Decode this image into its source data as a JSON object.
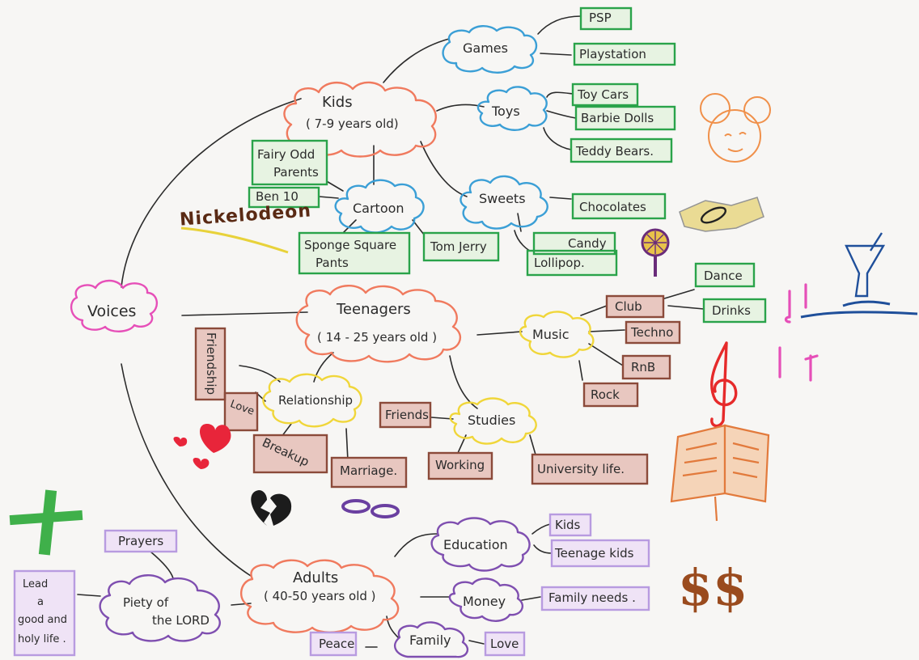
{
  "colors": {
    "ink": "#2b2b2b",
    "pink": "#e64fb8",
    "orange": "#f07a5e",
    "blue": "#3b9fd6",
    "yellow": "#f0d63a",
    "purple": "#7f4fb0",
    "green": "#2aa34a",
    "brown": "#8b4a3a",
    "lilac": "#b89be0"
  },
  "root": {
    "label": "Voices"
  },
  "kids": {
    "title": "Kids",
    "subtitle": "( 7-9 years old)",
    "games": {
      "label": "Games",
      "items": [
        "PSP",
        "Playstation"
      ]
    },
    "toys": {
      "label": "Toys",
      "items": [
        "Toy Cars",
        "Barbie Dolls",
        "Teddy Bears."
      ]
    },
    "cartoon": {
      "label": "Cartoon",
      "fairy_line1": "Fairy Odd",
      "fairy_line2": "Parents",
      "ben": "Ben 10",
      "sponge_line1": "Sponge Square",
      "sponge_line2": "Pants",
      "tom": "Tom Jerry"
    },
    "sweets": {
      "label": "Sweets",
      "items": [
        "Chocolates",
        "Candy",
        "Lollipop."
      ]
    },
    "brand": "Nickelodeon"
  },
  "teens": {
    "title": "Teenagers",
    "subtitle": "( 14 - 25 years old )",
    "music": {
      "label": "Music",
      "club": "Club",
      "dance": "Dance",
      "drinks": "Drinks",
      "techno": "Techno",
      "rnb": "RnB",
      "rock": "Rock"
    },
    "relationship": {
      "label": "Relationship",
      "friendship": "Friendship",
      "love": "Love",
      "breakup": "Breakup",
      "marriage": "Marriage."
    },
    "studies": {
      "label": "Studies",
      "friends": "Friends",
      "working": "Working",
      "university": "University life."
    }
  },
  "adults": {
    "title": "Adults",
    "subtitle": "( 40-50 years old )",
    "education": {
      "label": "Education",
      "items": [
        "Kids",
        "Teenage kids"
      ]
    },
    "money": {
      "label": "Money",
      "items": [
        "Family needs ."
      ]
    },
    "family": {
      "label": "Family",
      "peace": "Peace",
      "love": "Love"
    },
    "piety": {
      "line1": "Piety of",
      "line2": "the LORD",
      "prayers": "Prayers",
      "lead_lines": [
        "Lead",
        "a",
        "good and",
        "holy life ."
      ]
    }
  },
  "doodle_text": {
    "dollars": "$$"
  },
  "icons": [
    "mouse-face-icon",
    "tennis-racket-icon",
    "cocktail-glass-icon",
    "music-note-icon",
    "treble-clef-icon",
    "open-book-icon",
    "heart-icon",
    "broken-heart-icon",
    "wedding-rings-icon",
    "cross-icon"
  ]
}
